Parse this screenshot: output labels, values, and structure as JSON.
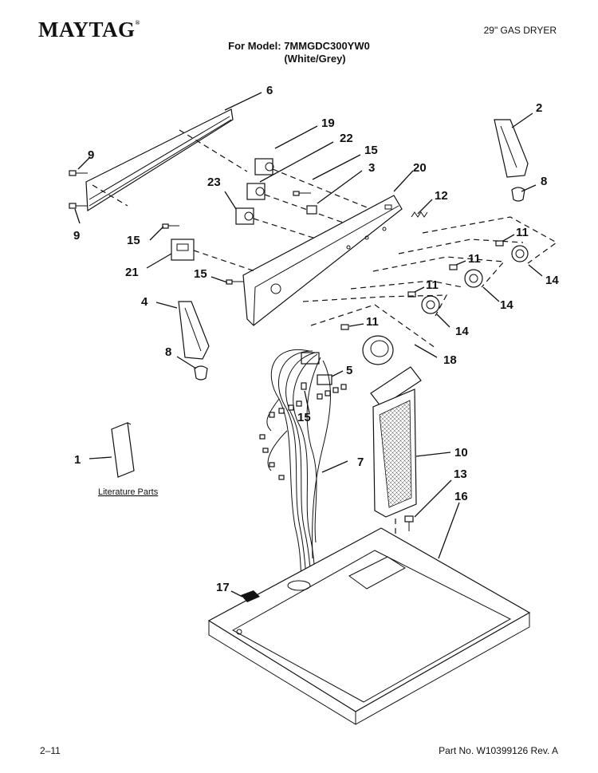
{
  "header": {
    "brand": "MAYTAG",
    "brand_mark": "®",
    "doc_type": "29\" GAS DRYER",
    "model_line": "For Model: 7MMGDC300YW0",
    "color_line": "(White/Grey)"
  },
  "callouts": {
    "c1": "1",
    "c2": "2",
    "c3": "3",
    "c4": "4",
    "c5": "5",
    "c6": "6",
    "c7": "7",
    "c8a": "8",
    "c8b": "8",
    "c9a": "9",
    "c9b": "9",
    "c10": "10",
    "c11a": "11",
    "c11b": "11",
    "c11c": "11",
    "c11d": "11",
    "c12": "12",
    "c13": "13",
    "c14a": "14",
    "c14b": "14",
    "c14c": "14",
    "c15a": "15",
    "c15b": "15",
    "c15c": "15",
    "c15d": "15",
    "c16": "16",
    "c17": "17",
    "c18": "18",
    "c19": "19",
    "c20": "20",
    "c21": "21",
    "c22": "22",
    "c23": "23"
  },
  "literature_label": "Literature Parts",
  "footer": {
    "page_number": "2–11",
    "part_number": "Part No. W10399126 Rev. A"
  }
}
